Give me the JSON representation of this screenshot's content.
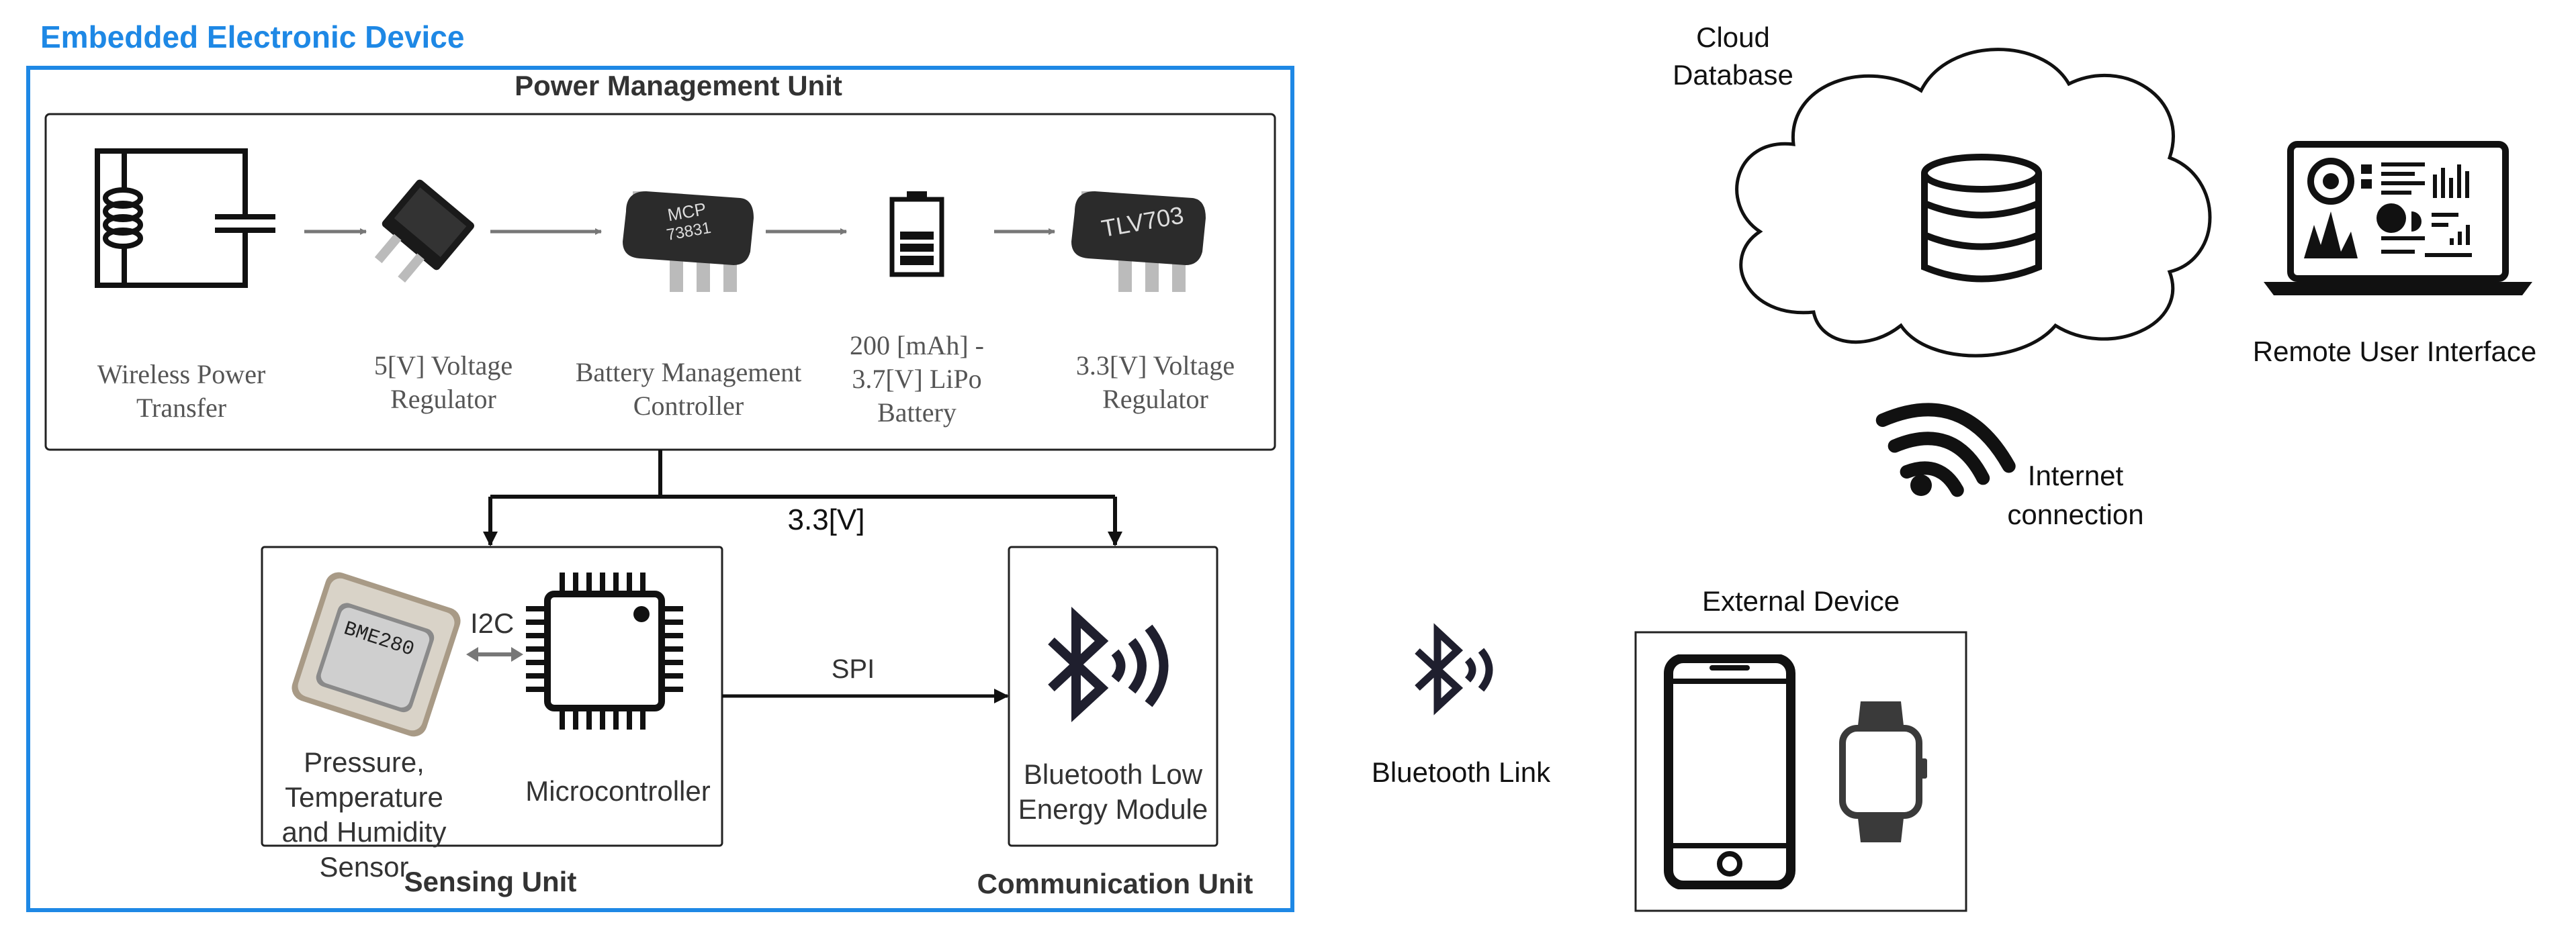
{
  "embedded_device": {
    "title": "Embedded Electronic Device",
    "accent_color": "#1e88e5",
    "power_unit": {
      "title": "Power Management Unit",
      "components": [
        {
          "label": "Wireless Power Transfer",
          "icon": "coil-capacitor-icon"
        },
        {
          "label": "5[V] Voltage Regulator",
          "icon": "voltage-regulator-chip-icon"
        },
        {
          "label": "Battery Management Controller",
          "icon": "mcp73831-chip-icon",
          "chip_text": [
            "MCP",
            "73831"
          ]
        },
        {
          "label": "200 [mAh] - 3.7[V] LiPo Battery",
          "icon": "battery-icon"
        },
        {
          "label": "3.3[V] Voltage Regulator",
          "icon": "tlv703-chip-icon",
          "chip_text": "TLV703"
        }
      ]
    },
    "rail_label": "3.3[V]",
    "sensing_unit": {
      "title": "Sensing Unit",
      "sensor_label": "Pressure, Temperature and Humidity Sensor",
      "sensor_chip_text": "BME280",
      "bus_label": "I2C",
      "mcu_label": "Microcontroller"
    },
    "spi_label": "SPI",
    "communication_unit": {
      "title": "Communication Unit",
      "module_label": "Bluetooth Low Energy Module"
    }
  },
  "bluetooth_link_label": "Bluetooth Link",
  "external_device": {
    "title": "External Device",
    "icons": [
      "smartphone-icon",
      "smartwatch-icon"
    ]
  },
  "cloud": {
    "label": "Cloud Database",
    "icon": "database-icon"
  },
  "internet_label": "Internet connection",
  "remote_ui_label": "Remote User Interface"
}
